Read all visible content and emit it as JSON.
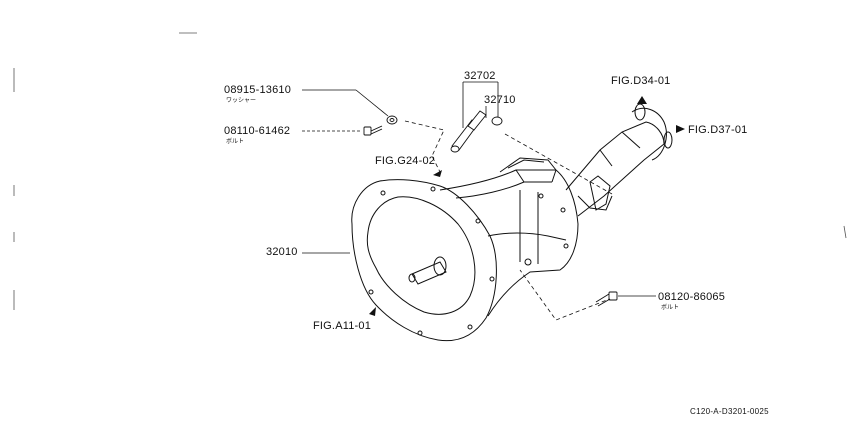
{
  "parts": {
    "washer_part_no": "08915-13610",
    "washer_name": "ワッシャー",
    "bolt_upper_part_no": "08110-61462",
    "bolt_upper_name": "ボルト",
    "sensor_assy_no": "32702",
    "sensor_oring_no": "32710",
    "case_no": "32010",
    "bolt_lower_part_no": "08120-86065",
    "bolt_lower_name": "ボルト"
  },
  "references": {
    "fig_g24": "FIG.G24-02",
    "fig_d34": "FIG.D34-01",
    "fig_d37": "FIG.D37-01",
    "fig_a11": "FIG.A11-01"
  },
  "footer": {
    "drawing_code": "C120-A-D3201-0025"
  },
  "colors": {
    "ink": "#111111",
    "paper": "#ffffff"
  }
}
